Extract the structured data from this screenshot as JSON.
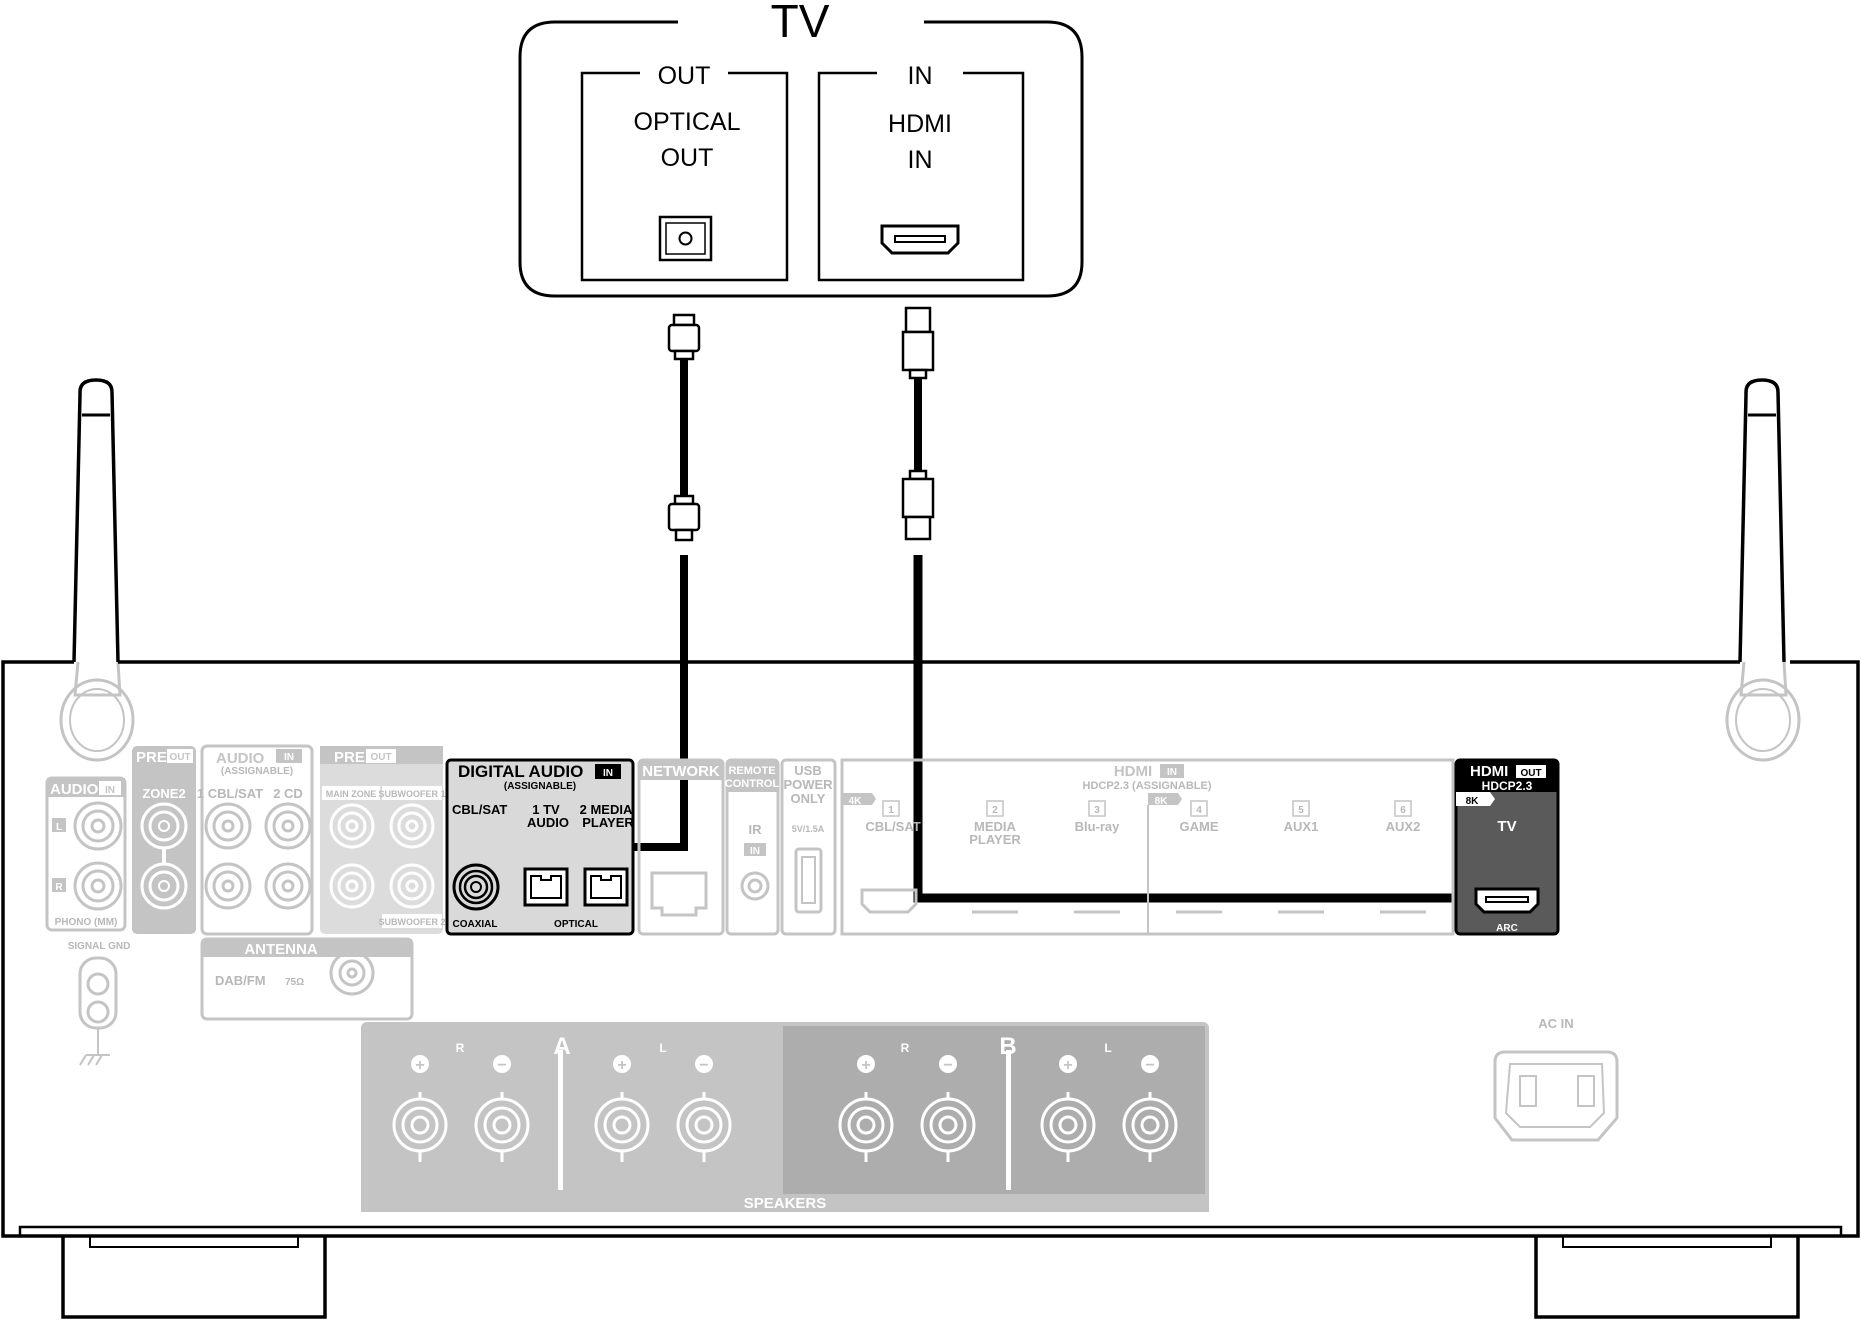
{
  "tv": {
    "title": "TV",
    "out_label": "OUT",
    "optical_out_line1": "OPTICAL",
    "optical_out_line2": "OUT",
    "in_label": "IN",
    "hdmi_in_line1": "HDMI",
    "hdmi_in_line2": "IN"
  },
  "receiver": {
    "audio_in": {
      "header": "AUDIO",
      "badge": "IN",
      "left": "L",
      "right": "R",
      "phono": "PHONO (MM)"
    },
    "signal_gnd": "SIGNAL GND",
    "pre_out_zone2": {
      "header": "PRE",
      "badge": "OUT",
      "zone": "ZONE2"
    },
    "audio_in_assignable": {
      "header": "AUDIO",
      "badge": "IN",
      "sub": "(ASSIGNABLE)",
      "ch1": "1 CBL/SAT",
      "ch2": "2  CD"
    },
    "pre_out_main": {
      "header": "PRE",
      "badge": "OUT",
      "main_zone": "MAIN ZONE",
      "sub1": "SUBWOOFER 1",
      "sub2": "SUBWOOFER 2"
    },
    "antenna": {
      "header": "ANTENNA",
      "label": "DAB/FM",
      "ohm": "75Ω"
    },
    "digital_audio": {
      "header": "DIGITAL AUDIO",
      "badge": "IN",
      "sub": "(ASSIGNABLE)",
      "cbl_sat": "CBL/SAT",
      "ch1_num": "1  TV",
      "ch1_name": "AUDIO",
      "ch2_num": "2  MEDIA",
      "ch2_name": "PLAYER",
      "coaxial": "COAXIAL",
      "optical": "OPTICAL"
    },
    "network": "NETWORK",
    "remote_control": {
      "line1": "REMOTE",
      "line2": "CONTROL",
      "ir": "IR",
      "badge": "IN"
    },
    "usb": {
      "line1": "USB",
      "line2": "POWER",
      "line3": "ONLY",
      "rating": "5V/1.5A"
    },
    "hdmi_in": {
      "header": "HDMI",
      "badge": "IN",
      "sub": "HDCP2.3 (ASSIGNABLE)",
      "tag4k": "4K",
      "tag8k": "8K",
      "inputs": [
        {
          "num": "1",
          "name": "CBL/SAT",
          "name2": ""
        },
        {
          "num": "2",
          "name": "MEDIA",
          "name2": "PLAYER"
        },
        {
          "num": "3",
          "name": "Blu-ray",
          "name2": ""
        },
        {
          "num": "4",
          "name": "GAME",
          "name2": ""
        },
        {
          "num": "5",
          "name": "AUX1",
          "name2": ""
        },
        {
          "num": "6",
          "name": "AUX2",
          "name2": ""
        }
      ]
    },
    "hdmi_out": {
      "header": "HDMI",
      "badge": "OUT",
      "sub": "HDCP2.3",
      "tag8k": "8K",
      "name": "TV",
      "arc": "ARC"
    },
    "speakers": {
      "label": "SPEAKERS",
      "a": "A",
      "b": "B",
      "r": "R",
      "l": "L",
      "plus": "+",
      "minus": "−"
    },
    "ac_in": "AC IN"
  },
  "colors": {
    "line": "#000000",
    "panel_grey": "#c4c4c4",
    "hdmi_out_bg": "#5a5a5a",
    "highlight_bg": "#d9d9d9"
  }
}
